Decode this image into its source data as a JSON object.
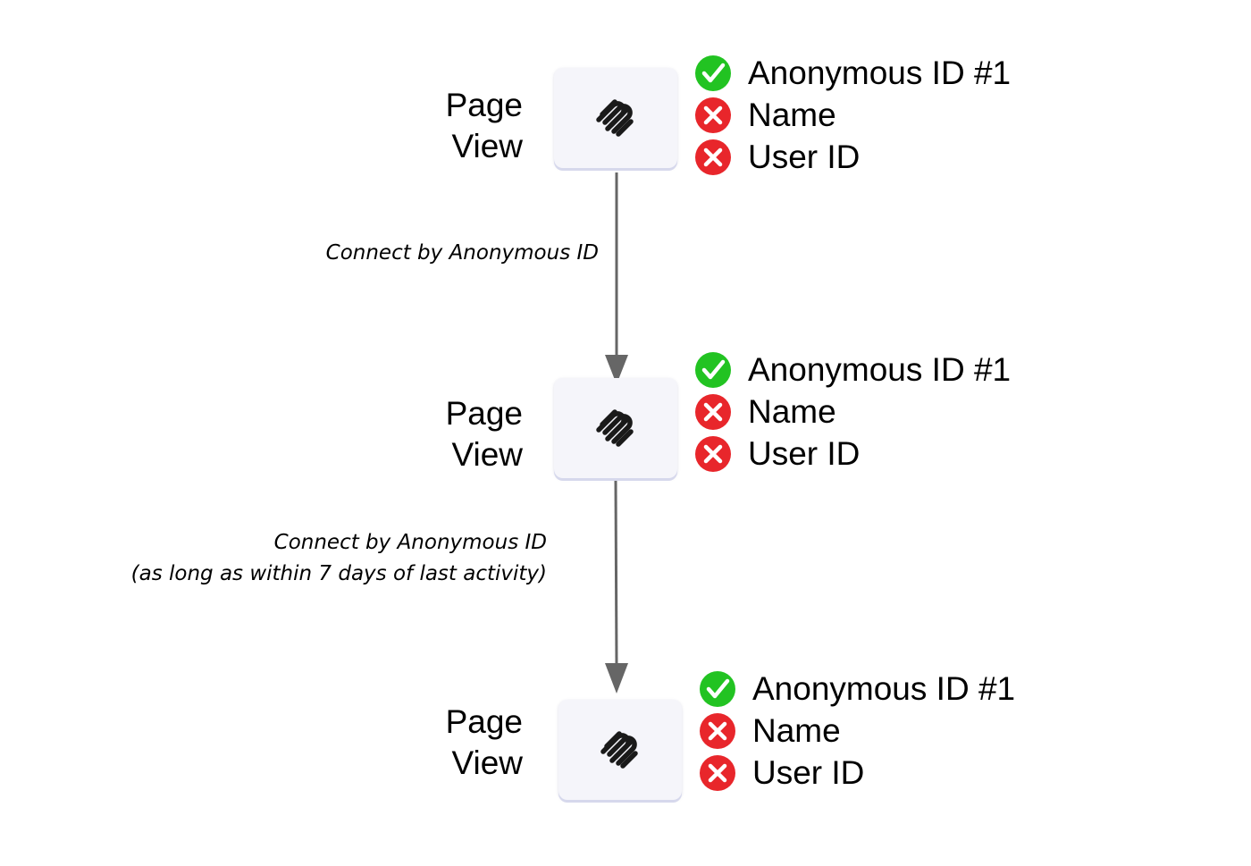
{
  "nodes": [
    {
      "label_line1": "Page",
      "label_line2": "View",
      "logo_icon": "squarespace-logo-icon",
      "attributes": [
        {
          "status": "check",
          "icon": "green-check-icon",
          "text": "Anonymous ID #1"
        },
        {
          "status": "cross",
          "icon": "red-x-icon",
          "text": "Name"
        },
        {
          "status": "cross",
          "icon": "red-x-icon",
          "text": "User ID"
        }
      ]
    },
    {
      "label_line1": "Page",
      "label_line2": "View",
      "logo_icon": "squarespace-logo-icon",
      "attributes": [
        {
          "status": "check",
          "icon": "green-check-icon",
          "text": "Anonymous ID #1"
        },
        {
          "status": "cross",
          "icon": "red-x-icon",
          "text": "Name"
        },
        {
          "status": "cross",
          "icon": "red-x-icon",
          "text": "User ID"
        }
      ]
    },
    {
      "label_line1": "Page",
      "label_line2": "View",
      "logo_icon": "squarespace-logo-icon",
      "attributes": [
        {
          "status": "check",
          "icon": "green-check-icon",
          "text": "Anonymous ID #1"
        },
        {
          "status": "cross",
          "icon": "red-x-icon",
          "text": "Name"
        },
        {
          "status": "cross",
          "icon": "red-x-icon",
          "text": "User ID"
        }
      ]
    }
  ],
  "edges": [
    {
      "from": 0,
      "to": 1,
      "label_line1": "Connect by Anonymous ID",
      "label_line2": ""
    },
    {
      "from": 1,
      "to": 2,
      "label_line1": "Connect by Anonymous ID",
      "label_line2": "(as long as within 7 days of last activity)"
    }
  ],
  "colors": {
    "check": "#22c322",
    "cross": "#e8262b",
    "arrow": "#666666",
    "box_fill": "#f5f5fa",
    "logo": "#1a1a1a"
  }
}
